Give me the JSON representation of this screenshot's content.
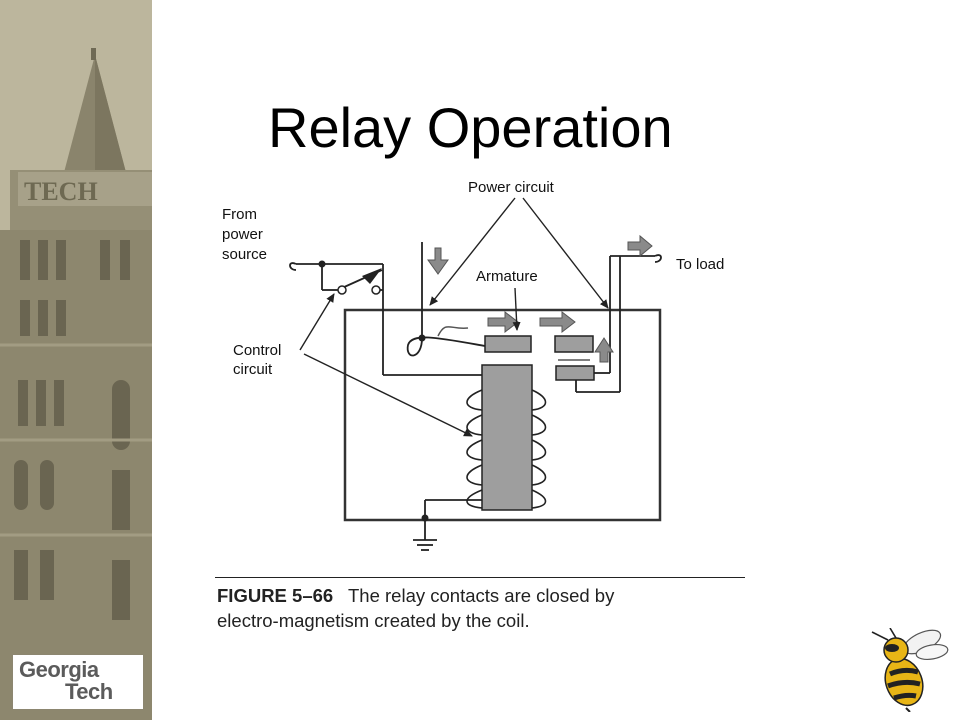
{
  "slide": {
    "title": "Relay Operation"
  },
  "logo": {
    "line1": "Georgia",
    "line2": "Tech"
  },
  "diagram": {
    "labels": {
      "power_circuit": "Power circuit",
      "from_power_source": [
        "From",
        "power",
        "source"
      ],
      "armature": "Armature",
      "to_load": "To load",
      "control_circuit": [
        "Control",
        "circuit"
      ]
    }
  },
  "caption": {
    "figure": "FIGURE 5–66",
    "text": "The relay contacts are closed by",
    "text2": "electro-magnetism created by the coil."
  },
  "colors": {
    "sidebar": "#b9b39a",
    "building": "#8f8a72",
    "diagram_fill": "#9e9e9e",
    "line": "#222222"
  }
}
